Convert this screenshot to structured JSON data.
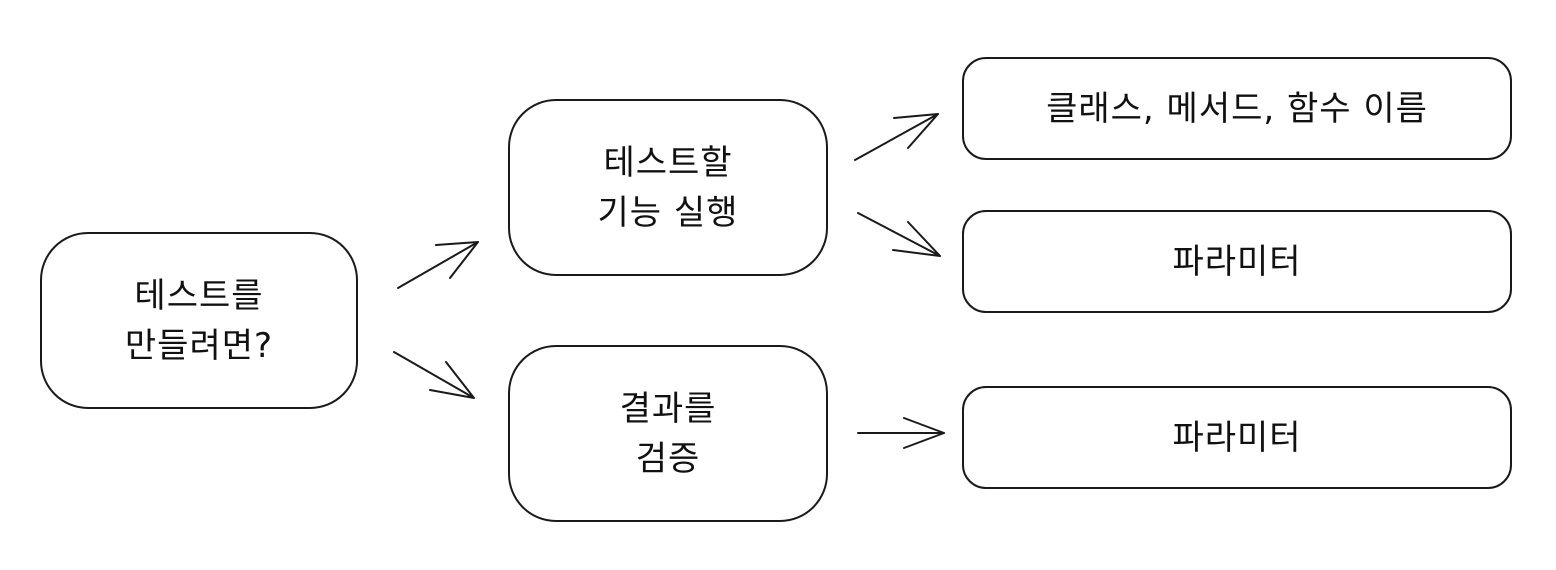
{
  "nodes": {
    "root": {
      "line1": "테스트를",
      "line2": "만들려면?"
    },
    "exec": {
      "line1": "테스트할",
      "line2": "기능 실행"
    },
    "verify": {
      "line1": "결과를",
      "line2": "검증"
    },
    "names": {
      "text": "클래스, 메서드, 함수 이름"
    },
    "param1": {
      "text": "파라미터"
    },
    "param2": {
      "text": "파라미터"
    }
  },
  "edges": [
    {
      "from": "root",
      "to": "exec"
    },
    {
      "from": "root",
      "to": "verify"
    },
    {
      "from": "exec",
      "to": "names"
    },
    {
      "from": "exec",
      "to": "param1"
    },
    {
      "from": "verify",
      "to": "param2"
    }
  ],
  "colors": {
    "stroke": "#1a1a1a",
    "background": "#ffffff",
    "text": "#111111"
  }
}
